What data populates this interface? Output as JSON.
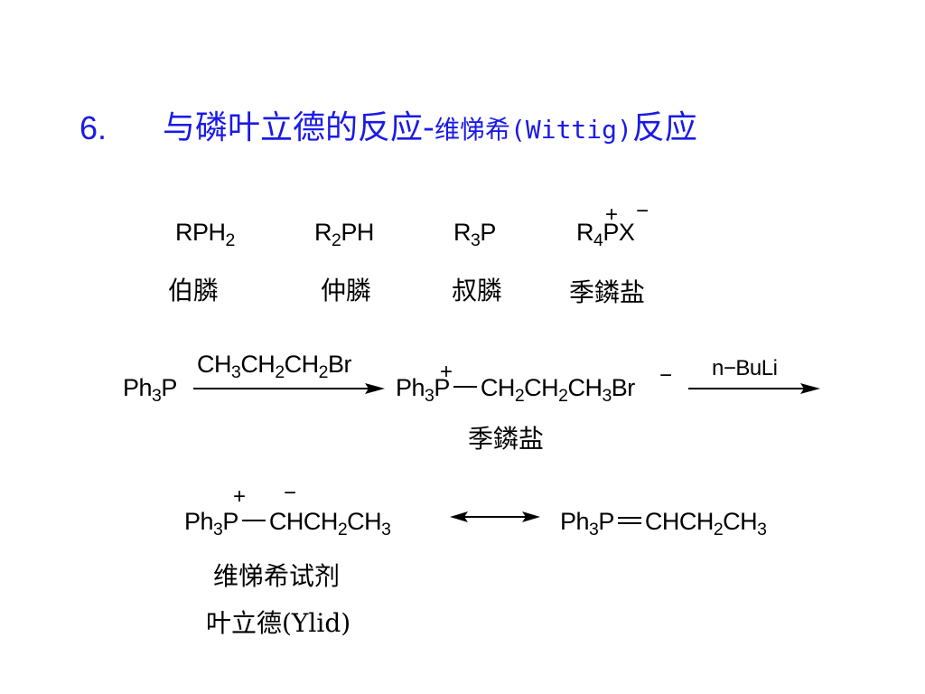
{
  "title": {
    "number": "6.",
    "text_cn": "与磷叶立德的反应-",
    "text_mono": "维悌希(Wittig)",
    "text_tail": "反应"
  },
  "phosphines": [
    {
      "formula_parts": [
        "RPH",
        "2"
      ],
      "label": "伯膦"
    },
    {
      "formula_parts": [
        "R",
        "2",
        "PH"
      ],
      "label": "仲膦"
    },
    {
      "formula_parts": [
        "R",
        "3",
        "P"
      ],
      "label": "叔膦"
    },
    {
      "formula_parts": [
        "R",
        "4",
        "PX"
      ],
      "label": "季鏻盐",
      "charges": [
        "+",
        "−"
      ]
    }
  ],
  "reaction1": {
    "reactant": [
      "Ph",
      "3",
      "P"
    ],
    "reagent": [
      "CH",
      "3",
      "CH",
      "2",
      "CH",
      "2",
      "Br"
    ],
    "product": [
      "Ph",
      "3",
      "P",
      "CH",
      "2",
      "CH",
      "2",
      "CH",
      "3",
      "Br"
    ],
    "product_charges": [
      "+",
      "−"
    ],
    "product_label": "季鏻盐",
    "reagent2": "n−BuLi"
  },
  "reaction2": {
    "left": [
      "Ph",
      "3",
      "P",
      "CHCH",
      "2",
      "CH",
      "3"
    ],
    "left_charges": [
      "+",
      "−"
    ],
    "right": [
      "Ph",
      "3",
      "P",
      "CHCH",
      "2",
      "CH",
      "3"
    ],
    "label1": "维悌希试剂",
    "label2": "叶立德(Ylid)"
  }
}
